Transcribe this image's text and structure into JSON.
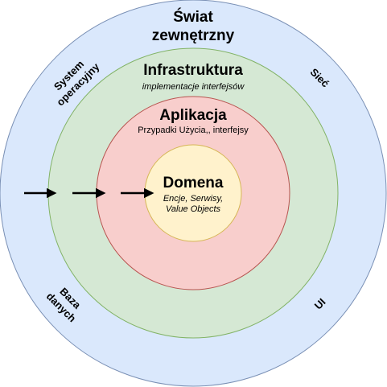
{
  "rings": {
    "outer": {
      "title_line1": "Świat",
      "title_line2": "zewnętrzny",
      "fill": "#dae8fc",
      "stroke": "#7a90b5"
    },
    "infra": {
      "title": "Infrastruktura",
      "subtitle": "implementacje interfejsów",
      "fill": "#d5e8d4",
      "stroke": "#82b366"
    },
    "app": {
      "title": "Aplikacja",
      "subtitle": "Przypadki Użycia,, interfejsy",
      "fill": "#f8cecc",
      "stroke": "#b85450"
    },
    "domain": {
      "title": "Domena",
      "subtitle_line1": "Encje, Serwisy,",
      "subtitle_line2": "Value Objects",
      "fill": "#fff2cc",
      "stroke": "#d6b656"
    }
  },
  "outer_labels": {
    "system": {
      "line1": "System",
      "line2": "operacyjny"
    },
    "network": "Sieć",
    "database": {
      "line1": "Baza",
      "line2": "danych"
    },
    "ui": "UI"
  },
  "arrows": {
    "count": 3,
    "color": "#000000",
    "direction": "inward"
  }
}
